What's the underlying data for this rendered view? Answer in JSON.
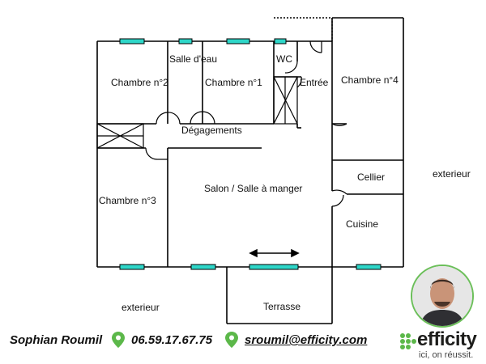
{
  "plan": {
    "rooms": {
      "chambre2": "Chambre n°2",
      "salle_eau": "Salle d'eau",
      "chambre1": "Chambre n°1",
      "wc": "WC",
      "entree": "Entrée",
      "chambre4": "Chambre n°4",
      "degagements": "Dégagements",
      "cellier": "Cellier",
      "salon": "Salon / Salle à manger",
      "chambre3": "Chambre n°3",
      "cuisine": "Cuisine",
      "terrasse": "Terrasse"
    },
    "exterior_right": "exterieur",
    "exterior_left": "exterieur",
    "wall_color": "#000000",
    "window_color": "#2ed6c8"
  },
  "footer": {
    "agent_name": "Sophian Roumil",
    "phone": "06.59.17.67.75",
    "email": "sroumil@efficity.com",
    "pin_color": "#5cb84a"
  },
  "brand": {
    "name": "efficity",
    "tagline": "ici, on réussit.",
    "accent": "#5cb84a"
  }
}
